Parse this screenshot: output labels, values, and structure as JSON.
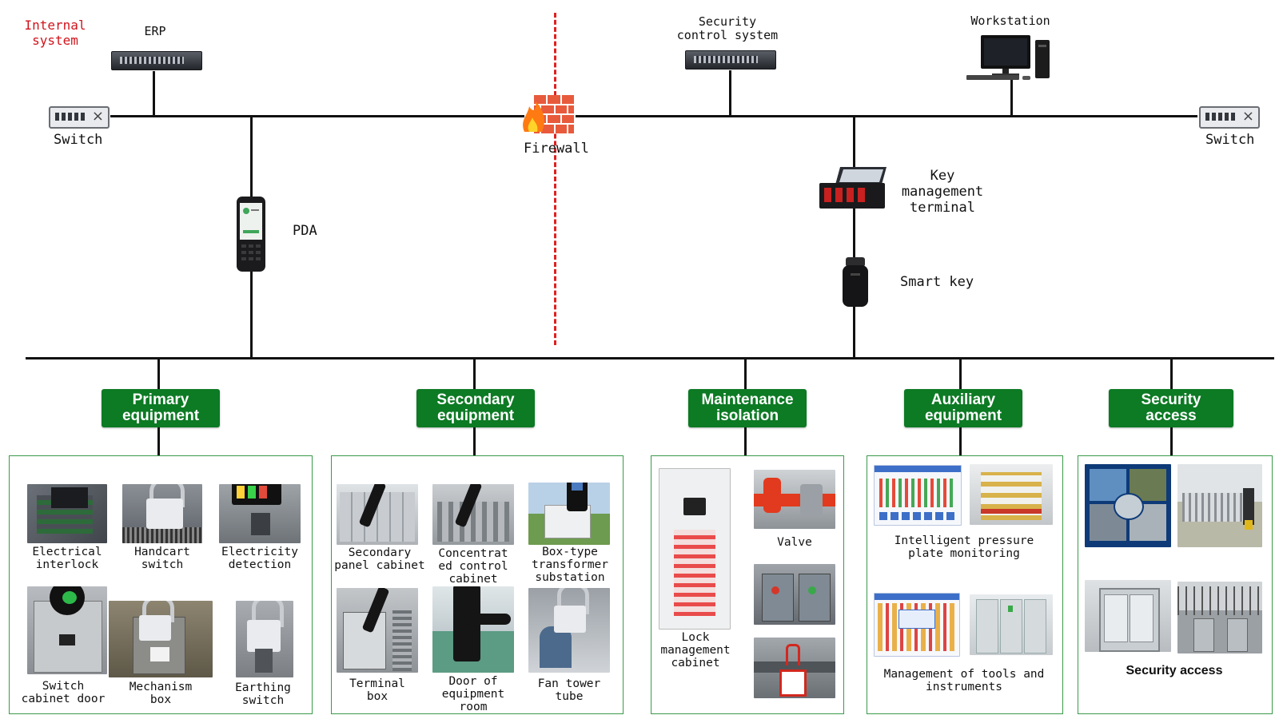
{
  "top": {
    "internal_system": [
      "Internal",
      "system"
    ],
    "erp": "ERP",
    "security_control": [
      "Security",
      "control system"
    ],
    "workstation": "Workstation",
    "switch_left": "Switch",
    "switch_right": "Switch",
    "firewall": "Firewall",
    "pda": "PDA",
    "key_terminal": [
      "Key",
      "management",
      "terminal"
    ],
    "smart_key": "Smart key"
  },
  "categories": [
    {
      "line1": "Primary",
      "line2": "equipment"
    },
    {
      "line1": "Secondary",
      "line2": "equipment"
    },
    {
      "line1": "Maintenance",
      "line2": "isolation"
    },
    {
      "line1": "Auxiliary",
      "line2": "equipment"
    },
    {
      "line1": "Security",
      "line2": "access"
    }
  ],
  "primary": [
    [
      "Electrical",
      "interlock"
    ],
    [
      "Handcart",
      "switch"
    ],
    [
      "Electricity",
      "detection"
    ],
    [
      "Switch",
      "cabinet door"
    ],
    [
      "Mechanism",
      "box"
    ],
    [
      "Earthing",
      "switch"
    ]
  ],
  "secondary": [
    [
      "Secondary",
      "panel cabinet"
    ],
    [
      "Concentrat",
      "ed control",
      "cabinet"
    ],
    [
      "Box-type",
      "transformer",
      "substation"
    ],
    [
      "Terminal",
      "box"
    ],
    [
      "Door of",
      "equipment",
      "room"
    ],
    [
      "Fan tower",
      "tube"
    ]
  ],
  "maintenance": {
    "lock_cabinet": [
      "Lock",
      "management",
      "cabinet"
    ],
    "valve": "Valve"
  },
  "auxiliary": {
    "pressure": [
      "Intelligent pressure",
      "plate monitoring"
    ],
    "tools": [
      "Management of tools and",
      "instruments"
    ]
  },
  "security": {
    "access": "Security access"
  },
  "colors": {
    "green": "#0d7a24",
    "internal_red": "#d0141c",
    "firewall_dash": "#e02020"
  }
}
